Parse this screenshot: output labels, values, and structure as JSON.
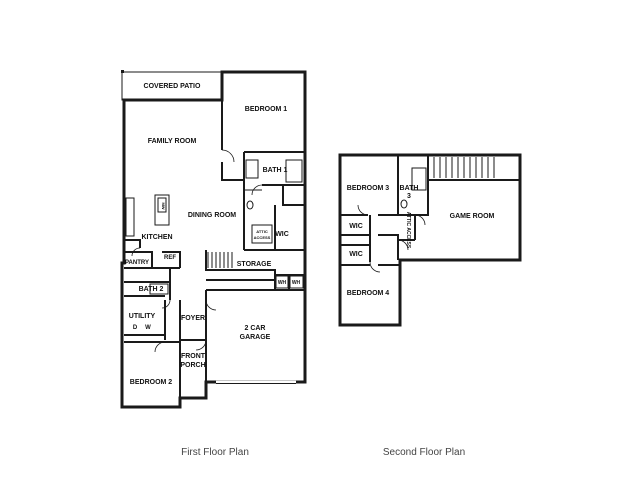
{
  "first_floor": {
    "caption": "First Floor Plan",
    "rooms": {
      "covered_patio": "COVERED PATIO",
      "bedroom_1": "BEDROOM 1",
      "family_room": "FAMILY ROOM",
      "bath_1": "BATH 1",
      "mw": "MW",
      "dining_room": "DINING ROOM",
      "wic": "WIC",
      "attic_access_1": "ATTIC",
      "attic_access_2": "ACCESS",
      "kitchen": "KITCHEN",
      "pantry": "PANTRY",
      "ref": "REF",
      "storage": "STORAGE",
      "wh_1": "WH",
      "wh_2": "WH",
      "bath_2": "BATH 2",
      "utility": "UTILITY",
      "dryer": "D",
      "washer": "W",
      "foyer": "FOYER",
      "garage_1": "2 CAR",
      "garage_2": "GARAGE",
      "front_1": "FRONT",
      "front_2": "PORCH",
      "bedroom_2": "BEDROOM 2"
    }
  },
  "second_floor": {
    "caption": "Second Floor Plan",
    "rooms": {
      "bedroom_3": "BEDROOM 3",
      "bath_3a": "BATH",
      "bath_3b": "3",
      "game_room": "GAME ROOM",
      "wic_upper": "WIC",
      "wic_lower": "WIC",
      "attic_access": "ATTIC ACCESS",
      "bedroom_4": "BEDROOM 4"
    }
  }
}
